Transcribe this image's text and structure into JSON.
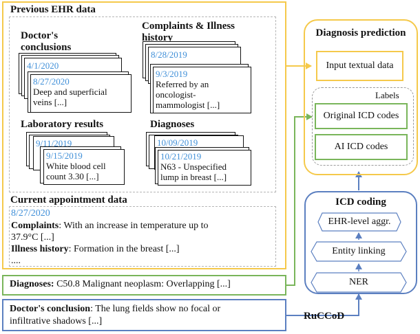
{
  "previous_ehr": {
    "title": "Previous EHR data",
    "doctors_conclusions": {
      "heading_line1": "Doctor's",
      "heading_line2": "conclusions",
      "back_date": "4/1/2020",
      "front_date": "8/27/2020",
      "front_line1": "Deep and superficial",
      "front_line2": "veins [...]"
    },
    "complaints_history": {
      "heading_line1": "Complaints & Illness",
      "heading_line2": "history",
      "back_date": "8/28/2019",
      "front_date": "9/3/2019",
      "front_line1": "Referred by an",
      "front_line2": "oncologist-",
      "front_line3": "mammologist  [...]"
    },
    "lab_results": {
      "heading": "Laboratory results",
      "back_date": "9/11/2019",
      "front_date": "9/15/2019",
      "front_line1": "White blood cell",
      "front_line2": "count 3.30 [...]"
    },
    "diagnoses": {
      "heading": "Diagnoses",
      "back_date": "10/09/2019",
      "front_date": "10/21/2019",
      "front_line1": "N63 - Unspecified",
      "front_line2": "lump in breast [...]"
    }
  },
  "current_appointment": {
    "title": "Current appointment data",
    "date": "8/27/2020",
    "complaints_label": "Complaints",
    "complaints_text_line1": ": With an increase in temperature up to",
    "complaints_text_line2": "37.9°C [...]",
    "illness_label": "Illness history",
    "illness_text": ": Formation in the breast [...]",
    "ellipsis": "...."
  },
  "diagnoses_bar": {
    "label": "Diagnoses:",
    "text": " C50.8 Malignant neoplasm: Overlapping [...]"
  },
  "doctors_conclusion_bar": {
    "label": "Doctor's conclusion",
    "text_line1": ": The lung fields show no focal or",
    "text_line2": "infiltrative shadows [...]"
  },
  "diagnosis_prediction": {
    "title": "Diagnosis prediction",
    "input_label": "Input textual data",
    "labels_title": "Labels",
    "original_codes": "Original ICD codes",
    "ai_codes": "AI ICD codes"
  },
  "icd_coding": {
    "title": "ICD coding",
    "step_aggr": "EHR-level aggr.",
    "step_linking": "Entity linking",
    "step_ner": "NER"
  },
  "rucod_label": "RuCCoD",
  "colors": {
    "yellow": "#f5c94a",
    "green": "#79b55a",
    "blue": "#5b7fc0",
    "date_blue": "#3f8fd8"
  }
}
